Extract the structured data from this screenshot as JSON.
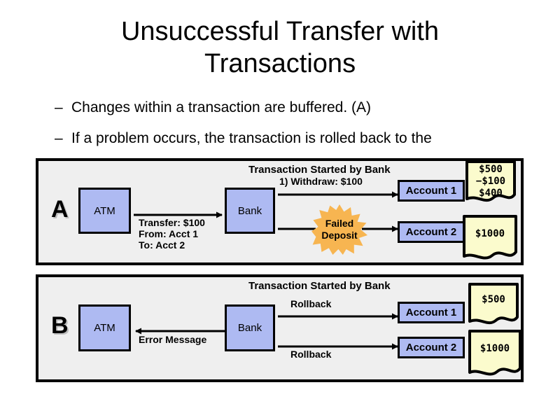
{
  "slide": {
    "title": "Unsuccessful Transfer with Transactions",
    "title_line1": "Unsuccessful Transfer with",
    "title_line2": "Transactions",
    "background": "#ffffff"
  },
  "bullets": [
    {
      "marker": "–",
      "text": "Changes within a transaction are buffered. (A)"
    },
    {
      "marker": "–",
      "text": "If a problem occurs, the transaction is rolled back",
      "tail": " to the"
    }
  ],
  "colors": {
    "panel_fill": "#efefef",
    "box_blue": "#aebaf2",
    "note_yellow": "#fbfbcd",
    "burst_orange": "#f7b551",
    "stroke": "#000000"
  },
  "panels": [
    {
      "id": "A",
      "letter": "A",
      "header": "Transaction Started by Bank",
      "nodes": {
        "atm": "ATM",
        "bank": "Bank",
        "account1": "Account 1",
        "account2": "Account 2"
      },
      "labels": {
        "transfer": [
          "Transfer: $100",
          "From: Acct 1",
          "To: Acct 2"
        ],
        "step1": "1) Withdraw: $100"
      },
      "burst": {
        "line1": "Failed",
        "line2": "Deposit"
      },
      "notes": [
        {
          "lines": [
            "$500",
            "−$100",
            "$400"
          ]
        },
        {
          "lines": [
            "$1000"
          ]
        }
      ]
    },
    {
      "id": "B",
      "letter": "B",
      "header": "Transaction Started by Bank",
      "nodes": {
        "atm": "ATM",
        "bank": "Bank",
        "account1": "Account 1",
        "account2": "Account 2"
      },
      "labels": {
        "error": "Error Message",
        "rollback1": "Rollback",
        "rollback2": "Rollback"
      },
      "notes": [
        {
          "lines": [
            "$500"
          ]
        },
        {
          "lines": [
            "$1000"
          ]
        }
      ]
    }
  ]
}
